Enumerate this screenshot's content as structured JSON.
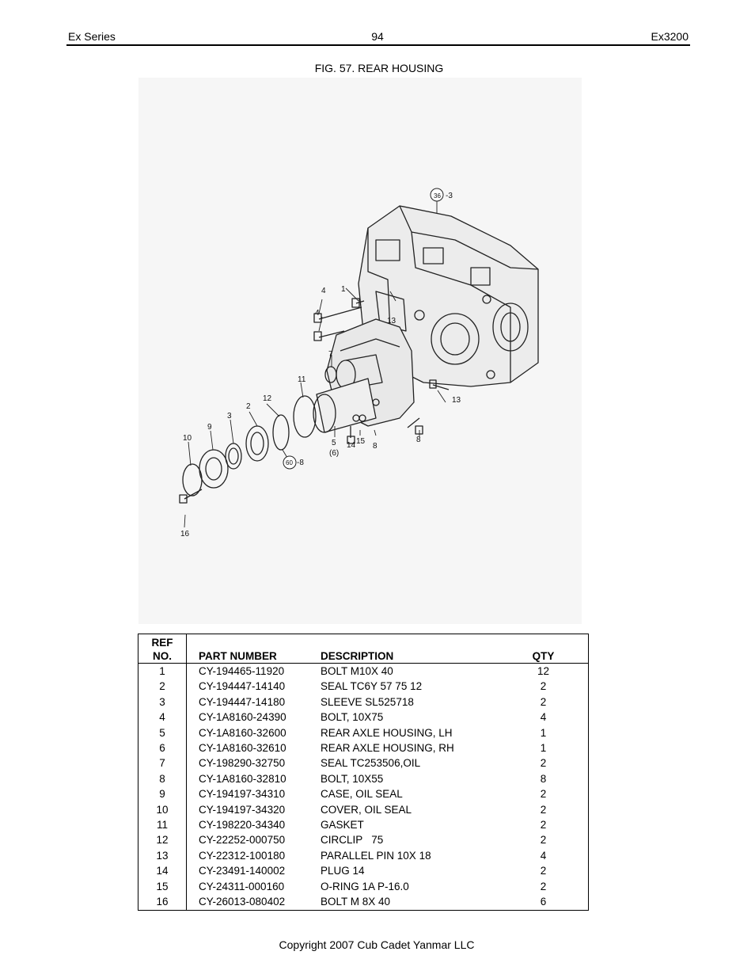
{
  "header": {
    "left": "Ex Series",
    "page_number": "94",
    "right": "Ex3200"
  },
  "figure": {
    "title": "FIG. 57. REAR HOUSING",
    "callouts": [
      "1",
      "2",
      "3",
      "4",
      "4",
      "5",
      "(6)",
      "7",
      "8",
      "8",
      "9",
      "10",
      "11",
      "12",
      "13",
      "13",
      "14",
      "15",
      "16",
      "36",
      "-3",
      "60",
      "-8"
    ]
  },
  "table": {
    "headers": {
      "ref_line1": "REF",
      "ref_line2": "NO.",
      "part_number": "PART NUMBER",
      "description": "DESCRIPTION",
      "qty": "QTY"
    },
    "rows": [
      {
        "ref": "1",
        "part_number": "CY-194465-11920",
        "description": "BOLT M10X 40",
        "qty": "12"
      },
      {
        "ref": "2",
        "part_number": "CY-194447-14140",
        "description": "SEAL TC6Y 57 75 12",
        "qty": "2"
      },
      {
        "ref": "3",
        "part_number": "CY-194447-14180",
        "description": "SLEEVE SL525718",
        "qty": "2"
      },
      {
        "ref": "4",
        "part_number": "CY-1A8160-24390",
        "description": "BOLT, 10X75",
        "qty": "4"
      },
      {
        "ref": "5",
        "part_number": "CY-1A8160-32600",
        "description": "REAR AXLE HOUSING, LH",
        "qty": "1"
      },
      {
        "ref": "6",
        "part_number": "CY-1A8160-32610",
        "description": "REAR AXLE HOUSING, RH",
        "qty": "1"
      },
      {
        "ref": "7",
        "part_number": "CY-198290-32750",
        "description": "SEAL TC253506,OIL",
        "qty": "2"
      },
      {
        "ref": "8",
        "part_number": "CY-1A8160-32810",
        "description": "BOLT, 10X55",
        "qty": "8"
      },
      {
        "ref": "9",
        "part_number": "CY-194197-34310",
        "description": "CASE, OIL SEAL",
        "qty": "2"
      },
      {
        "ref": "10",
        "part_number": "CY-194197-34320",
        "description": "COVER, OIL SEAL",
        "qty": "2"
      },
      {
        "ref": "11",
        "part_number": "CY-198220-34340",
        "description": "GASKET",
        "qty": "2"
      },
      {
        "ref": "12",
        "part_number": "CY-22252-000750",
        "description": "CIRCLIP   75",
        "qty": "2"
      },
      {
        "ref": "13",
        "part_number": "CY-22312-100180",
        "description": "PARALLEL PIN 10X 18",
        "qty": "4"
      },
      {
        "ref": "14",
        "part_number": "CY-23491-140002",
        "description": "PLUG 14",
        "qty": "2"
      },
      {
        "ref": "15",
        "part_number": "CY-24311-000160",
        "description": "O-RING 1A P-16.0",
        "qty": "2"
      },
      {
        "ref": "16",
        "part_number": "CY-26013-080402",
        "description": "BOLT M 8X 40",
        "qty": "6"
      }
    ]
  },
  "footer": {
    "copyright": "Copyright 2007 Cub Cadet Yanmar LLC"
  }
}
